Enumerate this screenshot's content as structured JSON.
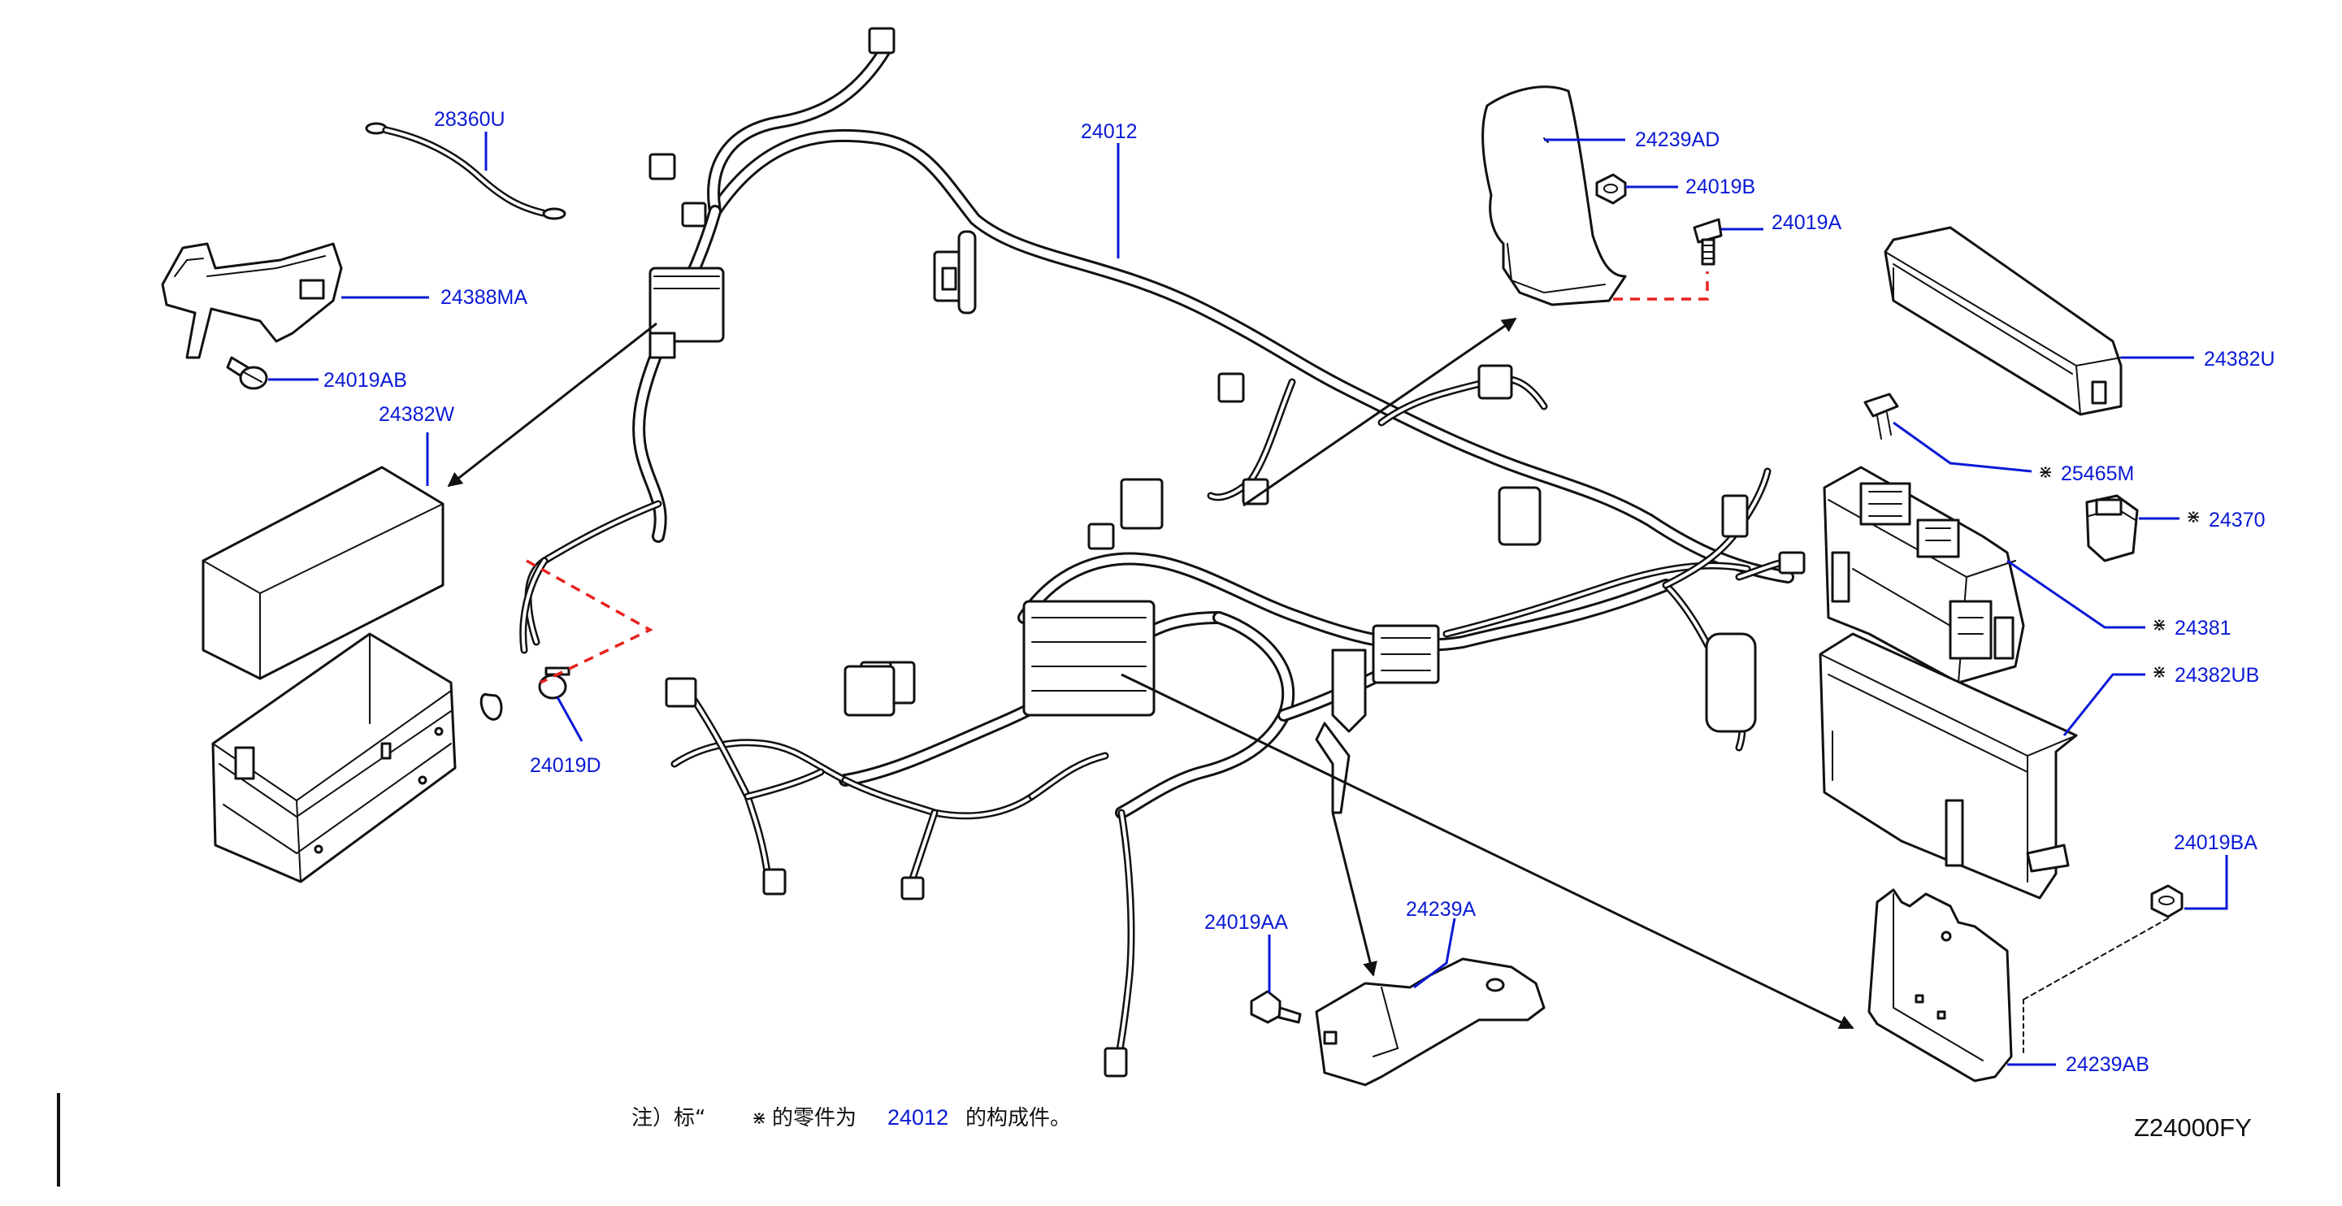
{
  "diagram": {
    "parts": [
      {
        "id": "28360U",
        "marked": false
      },
      {
        "id": "24388MA",
        "marked": false
      },
      {
        "id": "24019AB",
        "marked": false
      },
      {
        "id": "24382W",
        "marked": false
      },
      {
        "id": "24019D",
        "marked": false
      },
      {
        "id": "24012",
        "marked": false
      },
      {
        "id": "24239AD",
        "marked": false
      },
      {
        "id": "24019B",
        "marked": false
      },
      {
        "id": "24019A",
        "marked": false
      },
      {
        "id": "24382U",
        "marked": false
      },
      {
        "id": "25465M",
        "marked": true
      },
      {
        "id": "24370",
        "marked": true
      },
      {
        "id": "24381",
        "marked": true
      },
      {
        "id": "24382UB",
        "marked": true
      },
      {
        "id": "24019BA",
        "marked": false
      },
      {
        "id": "24019AA",
        "marked": false
      },
      {
        "id": "24239A",
        "marked": false
      },
      {
        "id": "24239AB",
        "marked": false
      }
    ],
    "mark_symbol": "⋇",
    "note": {
      "prefix": "注）标“",
      "middle": "的零件为",
      "ref": "24012",
      "suffix": "的构成件。"
    },
    "drawing_code": "Z24000FY"
  }
}
